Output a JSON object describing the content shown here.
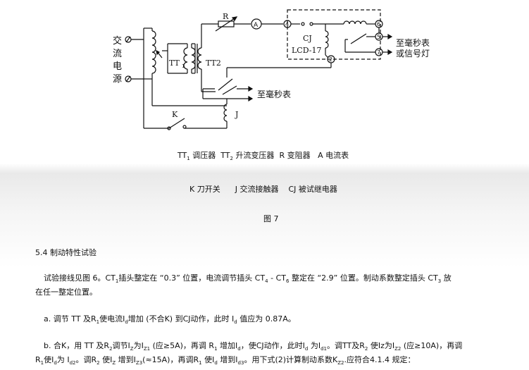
{
  "figure": {
    "labels": {
      "ac_source": [
        "交",
        "流",
        "电",
        "源"
      ],
      "R": "R",
      "ammeter": "A",
      "TT1_main": "TT",
      "TT1_sub": "1",
      "TT2": "TT2",
      "CJ": "CJ",
      "LCD": "LCD-17",
      "terminal_4": "4",
      "terminal_6": "6",
      "terminal_5": "5",
      "terminal_7": "7",
      "terminal_2": "2",
      "K": "K",
      "J": "J",
      "to_ms_meter_top": "至毫秒表",
      "or_signal_lamp": "或信号灯",
      "to_ms_meter_mid": "至毫秒表"
    },
    "caption_line1": {
      "tt": "TT",
      "tt_sub": "1",
      "tt_text": "调压器",
      "tt2": "TT",
      "tt2_sub": "2",
      "tt2_text": "升流变压器",
      "r_text": "R 变阻器",
      "a_text": "A 电流表"
    },
    "caption_line2": {
      "k_text": "K 刀开关",
      "j_text": "J 交流接触器",
      "cj_text": "CJ 被试继电器"
    },
    "fig_number": "图 7"
  },
  "section": {
    "title": "5.4  制动特性试验",
    "p1": {
      "a": "试验接线见图  6。CT",
      "a_sub": "1",
      "b": "插头整定在 “0.3” 位置，电流调节插头  CT",
      "b_sub": "4",
      "c": " - CT",
      "c_sub": "6",
      "d": " 整定在 “2.9” 位置。制动系数整定插头  CT",
      "d_sub": "3",
      "e": "  放",
      "line2": "在任一整定位置。"
    },
    "pa": {
      "a": "a. 调节  TT 及R",
      "a_sub": "1",
      "b": "使电流I",
      "b_sub": "d",
      "c": "增加 (不合K) 到CJ动作，此时  I",
      "c_sub": "d",
      "d": "  值应为  0.87A。"
    },
    "pb": {
      "l1_a": "b. 合K，用  TT 及R",
      "l1_a_sub": "2",
      "l1_b": "调节I",
      "l1_b_sub": "Z",
      "l1_c": "为I",
      "l1_c_sub": "Z1",
      "l1_d": " (应≥5A)，再调  R",
      "l1_d_sub": "1",
      "l1_e": "  增加I",
      "l1_e_sub": "d",
      "l1_f": "，使CJ动作，此时I",
      "l1_f_sub": "d",
      "l1_g": " 为I",
      "l1_g_sub": "d1",
      "l1_h": "。调TT及R",
      "l1_h_sub": "2",
      "l1_i": " 使Iz为I",
      "l1_i_sub": "Z2",
      "l1_j": " (应≥10A)，再调",
      "l2_a": "R",
      "l2_a_sub": "1",
      "l2_b": "使I",
      "l2_b_sub": "d",
      "l2_c": "为  I",
      "l2_c_sub": "d2",
      "l2_d": "。调R",
      "l2_d_sub": "2",
      "l2_e": " 使I",
      "l2_e_sub": "Z",
      "l2_f": " 增到I",
      "l2_f_sub": "Z3",
      "l2_g": "(≈15A)，再调R",
      "l2_g_sub": "1",
      "l2_h": " 使I",
      "l2_h_sub": "d",
      "l2_i": " 增到I",
      "l2_i_sub": "d3",
      "l2_j": "。用下式(2)计算制动系数K",
      "l2_j_sub": "Z2",
      "l2_k": ".应符合4.1.4 规定："
    }
  }
}
